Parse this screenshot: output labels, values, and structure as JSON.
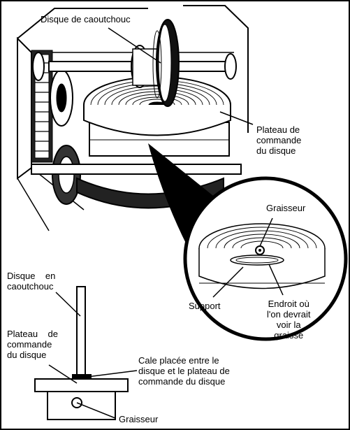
{
  "colors": {
    "ink": "#000000",
    "paper": "#ffffff"
  },
  "labels": {
    "rubber_disc_top": "Disque de caoutchouc",
    "plate_top": [
      "Plateau de",
      "commande",
      "du disque"
    ],
    "lubricator_inset": "Graisseur",
    "support": "Support",
    "grease_spot": [
      "Endroit où",
      "l'on devrait",
      "voir la",
      "graisse"
    ],
    "rubber_disc_side": [
      "Disque    en",
      "caoutchouc"
    ],
    "plate_side": [
      "Plateau    de",
      "commande",
      "du disque"
    ],
    "shim": [
      "Cale placée entre le",
      "disque et le plateau de",
      "commande du disque"
    ],
    "lubricator_bottom": "Graisseur"
  }
}
